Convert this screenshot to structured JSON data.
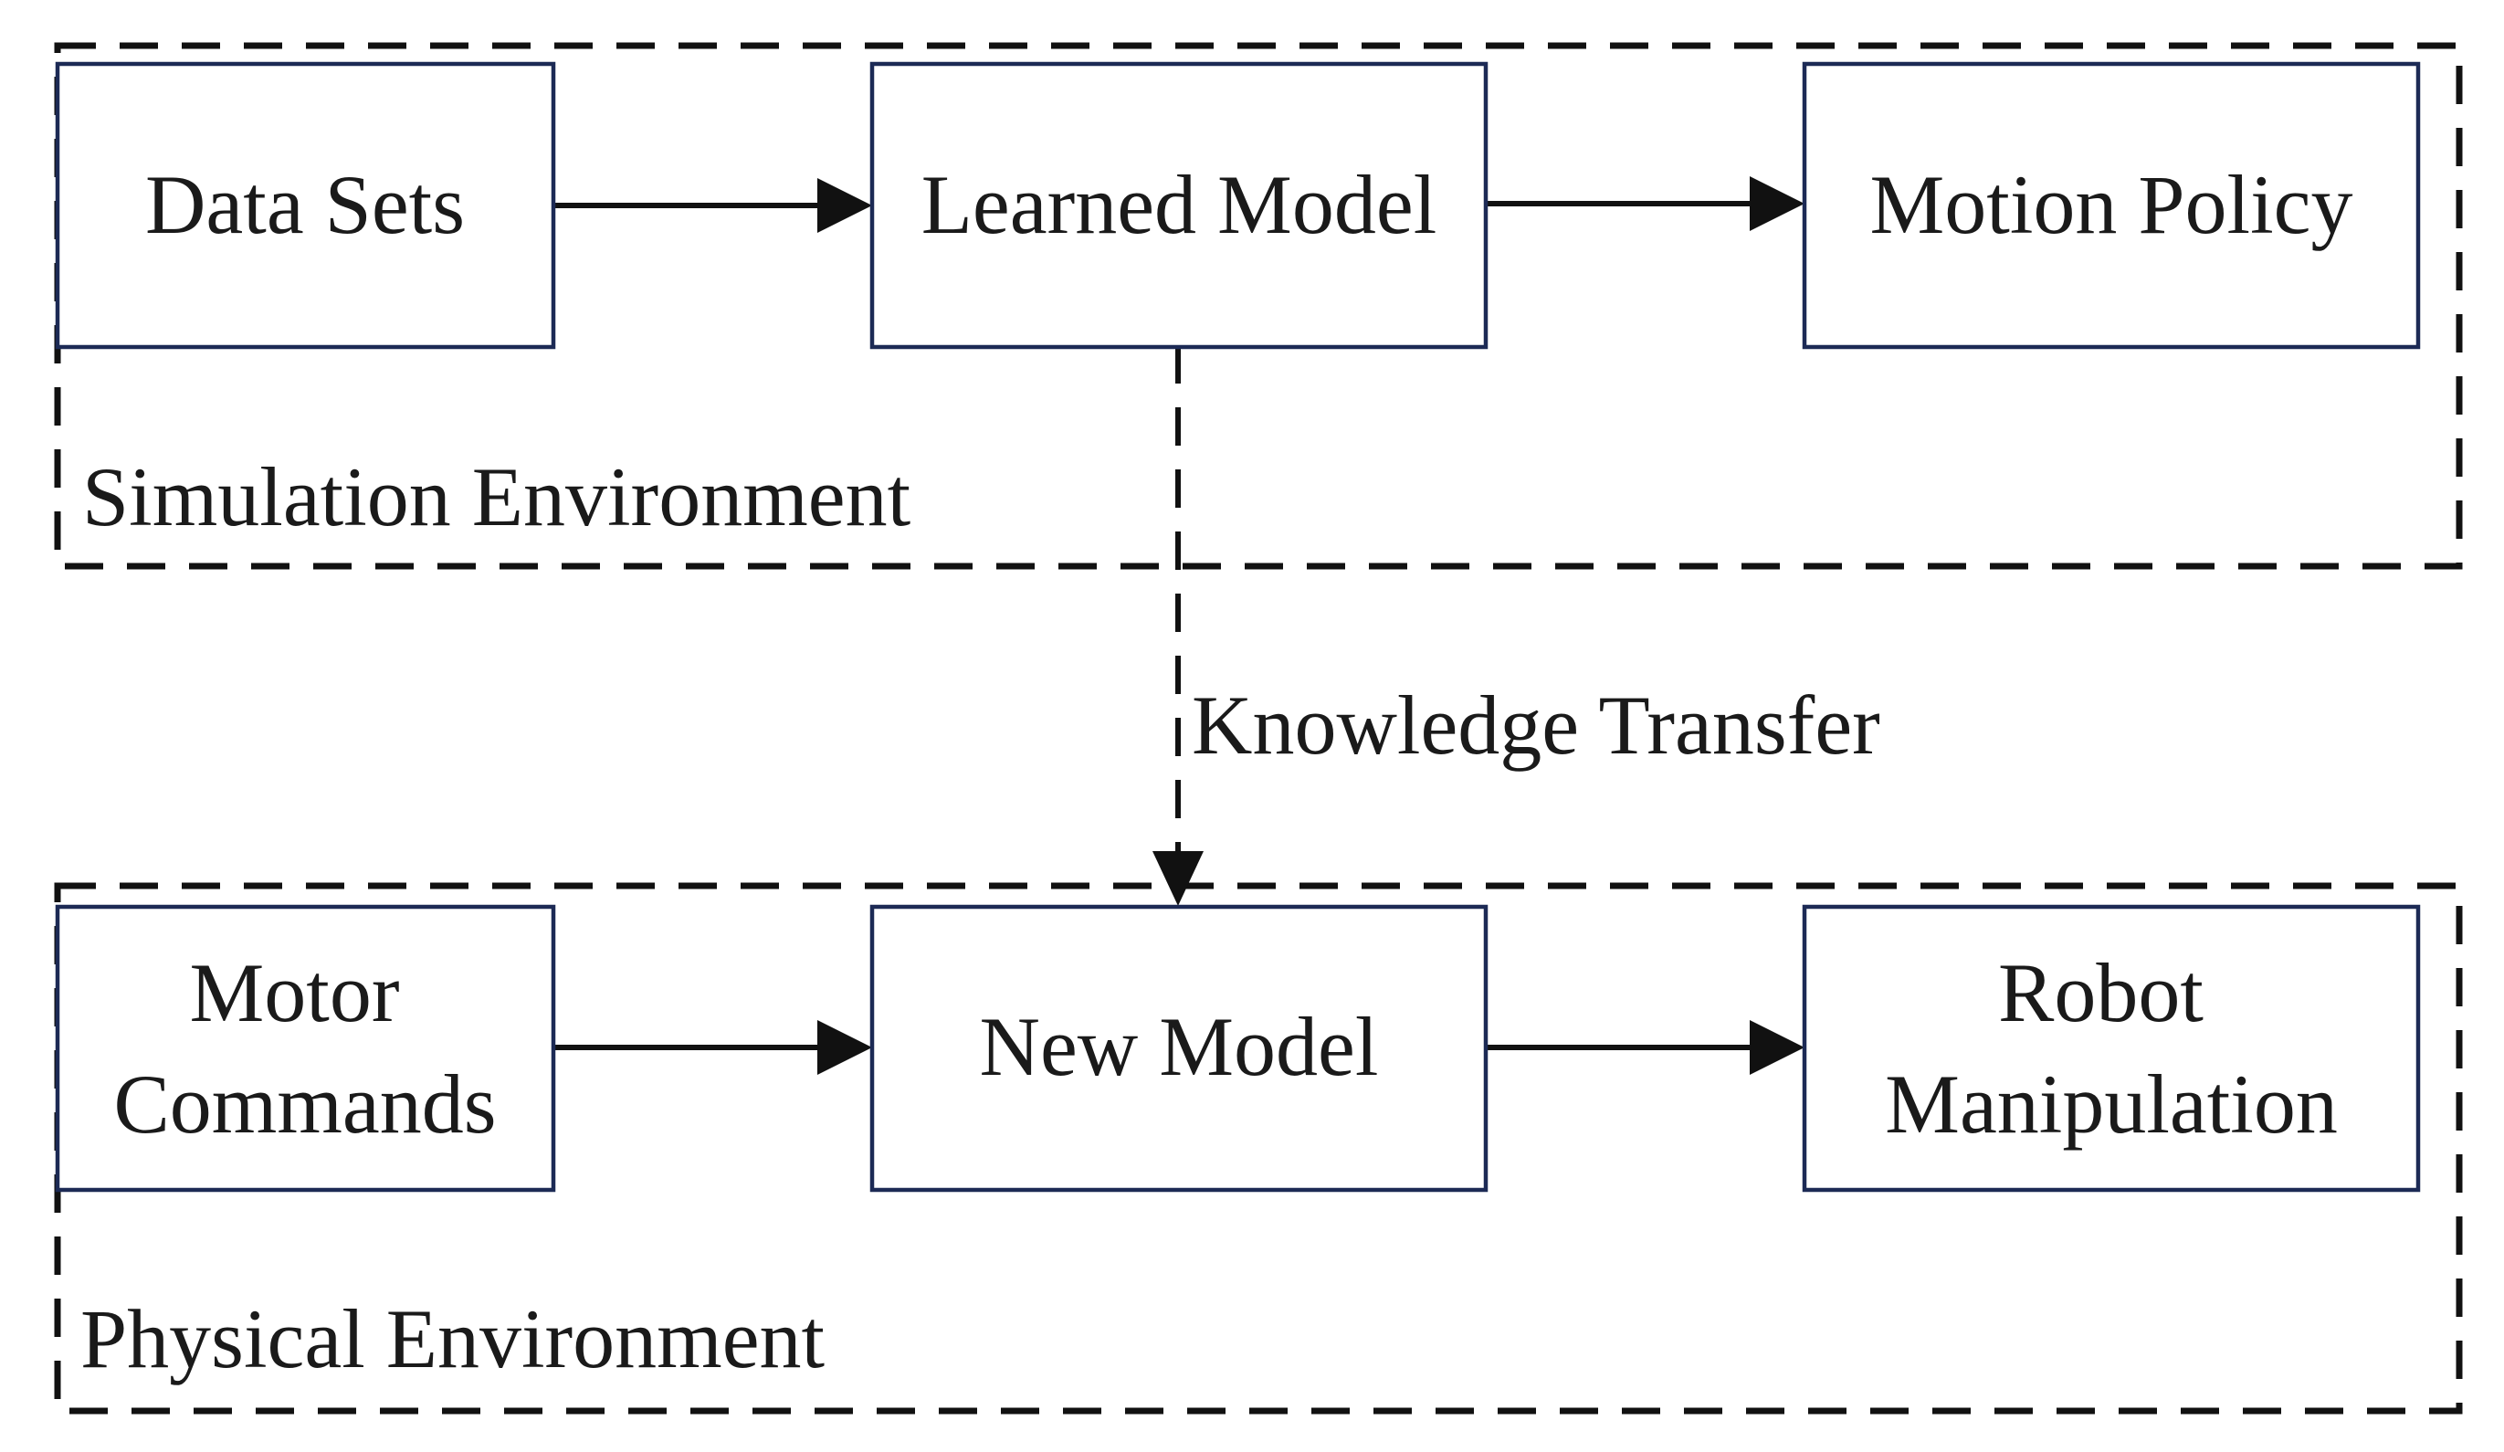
{
  "regions": {
    "simulation": {
      "label": "Simulation Environment"
    },
    "physical": {
      "label": "Physical Environment"
    }
  },
  "nodes": {
    "data_sets": {
      "lines": [
        "Data Sets"
      ]
    },
    "learned_model": {
      "lines": [
        "Learned Model"
      ]
    },
    "motion_policy": {
      "lines": [
        "Motion Policy"
      ]
    },
    "motor_commands": {
      "lines": [
        "Motor",
        "Commands"
      ]
    },
    "new_model": {
      "lines": [
        "New Model"
      ]
    },
    "robot_manipulation": {
      "lines": [
        "Robot",
        "Manipulation"
      ]
    }
  },
  "edges": {
    "knowledge_transfer": {
      "label": "Knowledge Transfer"
    }
  },
  "colors": {
    "box_border": "#1c2a55",
    "line": "#111111",
    "text": "#1a1a1a",
    "background": "#ffffff"
  }
}
